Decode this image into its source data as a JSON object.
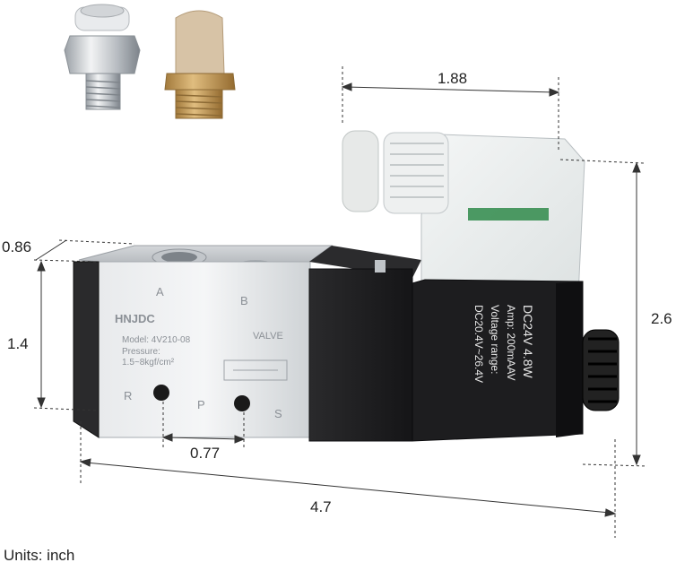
{
  "dimensions": {
    "top_width": "1.88",
    "depth": "0.86",
    "body_height": "1.4",
    "overall_height": "2.6",
    "port_spacing": "0.77",
    "overall_length": "4.7"
  },
  "body_labels": {
    "port_a": "A",
    "port_b": "B",
    "port_r": "R",
    "port_p": "P",
    "port_s": "S",
    "brand": "HNJDC",
    "valve": "VALVE",
    "model": "Model: 4V210-08",
    "pressure": "Pressure:",
    "pressure_range": "1.5~8kgf/cm²"
  },
  "coil_labels": {
    "rating": "DC24V   4.8W",
    "amp": "Amp: 200mAAV",
    "voltage_range_label": "Voltage range:",
    "voltage_range": "DC20.4V~26.4V"
  },
  "footer": {
    "units": "Units: inch"
  },
  "colors": {
    "aluminum": "#d9dcdf",
    "black_body": "#1c1c1e",
    "brass": "#c9a064",
    "dimension_line": "#333333"
  }
}
